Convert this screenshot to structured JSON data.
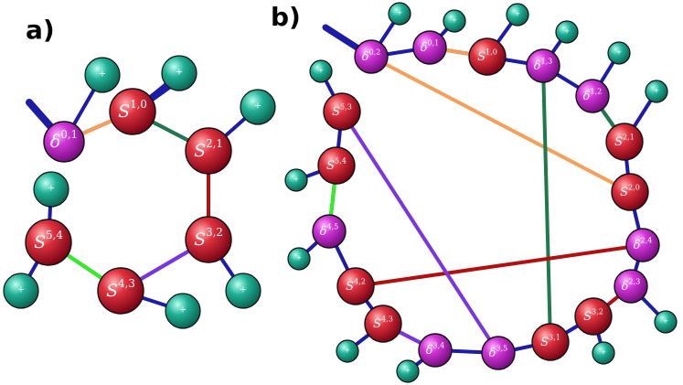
{
  "panels": [
    {
      "id": "a",
      "label": "a)",
      "nodes": [
        {
          "id": "d01",
          "kind": "delta",
          "base": "δ",
          "sup": "0,1"
        },
        {
          "id": "S10",
          "kind": "S",
          "base": "S",
          "sup": "1,0"
        },
        {
          "id": "S21",
          "kind": "S",
          "base": "S",
          "sup": "2,1"
        },
        {
          "id": "S32",
          "kind": "S",
          "base": "S",
          "sup": "3,2"
        },
        {
          "id": "S43",
          "kind": "S",
          "base": "S",
          "sup": "4,3"
        },
        {
          "id": "S54",
          "kind": "S",
          "base": "S",
          "sup": "5,4"
        }
      ],
      "bonds": [
        {
          "from": "d01",
          "to": "S10",
          "color": "#f5a05a"
        },
        {
          "from": "S10",
          "to": "S21",
          "color": "#1e7a4a"
        },
        {
          "from": "S21",
          "to": "S32",
          "color": "#b01010"
        },
        {
          "from": "S32",
          "to": "S43",
          "color": "#7a35e0"
        },
        {
          "from": "S43",
          "to": "S54",
          "color": "#33ee22"
        }
      ]
    },
    {
      "id": "b",
      "label": "b)",
      "nodes": [
        {
          "id": "d02",
          "kind": "delta",
          "base": "δ",
          "sup": "0,2"
        },
        {
          "id": "d01",
          "kind": "delta",
          "base": "δ",
          "sup": "0,1"
        },
        {
          "id": "S10",
          "kind": "S",
          "base": "S",
          "sup": "1,0"
        },
        {
          "id": "d13",
          "kind": "delta",
          "base": "δ",
          "sup": "1,3"
        },
        {
          "id": "d12",
          "kind": "delta",
          "base": "δ",
          "sup": "1,2"
        },
        {
          "id": "S21",
          "kind": "S",
          "base": "S",
          "sup": "2,1"
        },
        {
          "id": "S20",
          "kind": "S",
          "base": "S",
          "sup": "2,0"
        },
        {
          "id": "d24",
          "kind": "delta",
          "base": "δ",
          "sup": "2,4"
        },
        {
          "id": "d23",
          "kind": "delta",
          "base": "δ",
          "sup": "2,3"
        },
        {
          "id": "S32",
          "kind": "S",
          "base": "S",
          "sup": "3,2"
        },
        {
          "id": "S31",
          "kind": "S",
          "base": "S",
          "sup": "3,1"
        },
        {
          "id": "d35",
          "kind": "delta",
          "base": "δ",
          "sup": "3,5"
        },
        {
          "id": "d34",
          "kind": "delta",
          "base": "δ",
          "sup": "3,4"
        },
        {
          "id": "S43",
          "kind": "S",
          "base": "S",
          "sup": "4,3"
        },
        {
          "id": "S42",
          "kind": "S",
          "base": "S",
          "sup": "4,2"
        },
        {
          "id": "d45",
          "kind": "delta",
          "base": "δ",
          "sup": "4,5"
        },
        {
          "id": "S54",
          "kind": "S",
          "base": "S",
          "sup": "5,4"
        },
        {
          "id": "S53",
          "kind": "S",
          "base": "S",
          "sup": "5,3"
        }
      ],
      "bonds": [
        {
          "from": "d02",
          "to": "S20",
          "color": "#f5a05a"
        },
        {
          "from": "d01",
          "to": "S10",
          "color": "#f5a05a"
        },
        {
          "from": "d13",
          "to": "S31",
          "color": "#1e7a4a"
        },
        {
          "from": "d12",
          "to": "S21",
          "color": "#1e7a4a"
        },
        {
          "from": "d24",
          "to": "S42",
          "color": "#b01010"
        },
        {
          "from": "d23",
          "to": "S32",
          "color": "#b01010"
        },
        {
          "from": "d35",
          "to": "S53",
          "color": "#7a35e0"
        },
        {
          "from": "d34",
          "to": "S43",
          "color": "#7a35e0"
        },
        {
          "from": "d45",
          "to": "S54",
          "color": "#33ee22"
        }
      ]
    }
  ],
  "colors": {
    "backbone": "#1c1ca8",
    "S_node": "#c8102e",
    "delta_node": "#c020c8",
    "hydrogen": "#1a9e85",
    "outline": "#111111"
  },
  "hydrogen_marker": "+"
}
